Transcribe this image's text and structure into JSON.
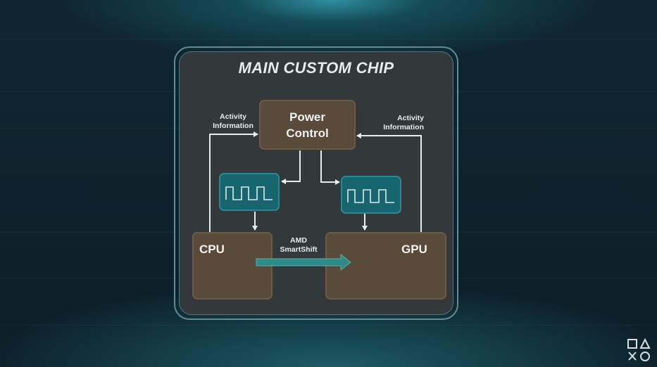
{
  "diagram": {
    "title": "MAIN CUSTOM CHIP",
    "power_control": {
      "line1": "Power",
      "line2": "Control"
    },
    "activity_left": {
      "line1": "Activity",
      "line2": "Information"
    },
    "activity_right": {
      "line1": "Activity",
      "line2": "Information"
    },
    "cpu_label": "CPU",
    "gpu_label": "GPU",
    "smartshift": {
      "line1": "AMD",
      "line2": "SmartShift"
    }
  },
  "colors": {
    "box_brown": "#5a4a3a",
    "clock_teal": "#17656e",
    "arrow_teal": "#2d8a88",
    "line_white": "#e8ecec"
  },
  "logo": "playstation-logo"
}
